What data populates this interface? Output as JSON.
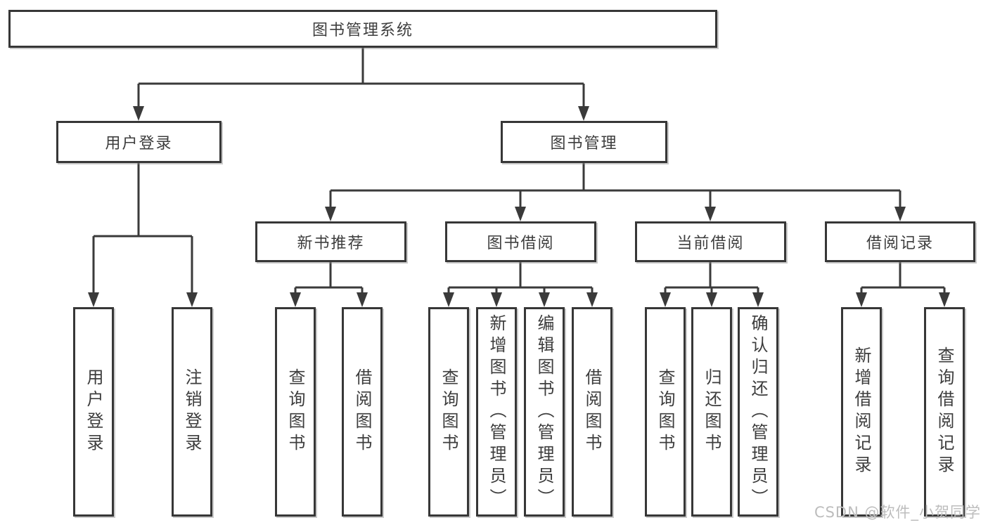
{
  "colors": {
    "background": "#ffffff",
    "line": "#3a3a3a",
    "box_border": "#373737",
    "box_background": "#ffffff",
    "text": "#3d3d3d",
    "watermark": "#bdbdbd"
  },
  "tree": {
    "root": {
      "label": "图书管理系统"
    },
    "branches": [
      {
        "label": "用户登录",
        "children": [
          {
            "label": "用户登录"
          },
          {
            "label": "注销登录"
          }
        ]
      },
      {
        "label": "图书管理",
        "children": [
          {
            "label": "新书推荐",
            "children": [
              {
                "label": "查询图书"
              },
              {
                "label": "借阅图书"
              }
            ]
          },
          {
            "label": "图书借阅",
            "children": [
              {
                "label": "查询图书"
              },
              {
                "label": "新增图书（管理员）"
              },
              {
                "label": "编辑图书（管理员）"
              },
              {
                "label": "借阅图书"
              }
            ]
          },
          {
            "label": "当前借阅",
            "children": [
              {
                "label": "查询图书"
              },
              {
                "label": "归还图书"
              },
              {
                "label": "确认归还（管理员）"
              }
            ]
          },
          {
            "label": "借阅记录",
            "children": [
              {
                "label": "新增借阅记录"
              },
              {
                "label": "查询借阅记录"
              }
            ]
          }
        ]
      }
    ]
  },
  "watermark": {
    "text": "CSDN @软件_小贺同学"
  }
}
